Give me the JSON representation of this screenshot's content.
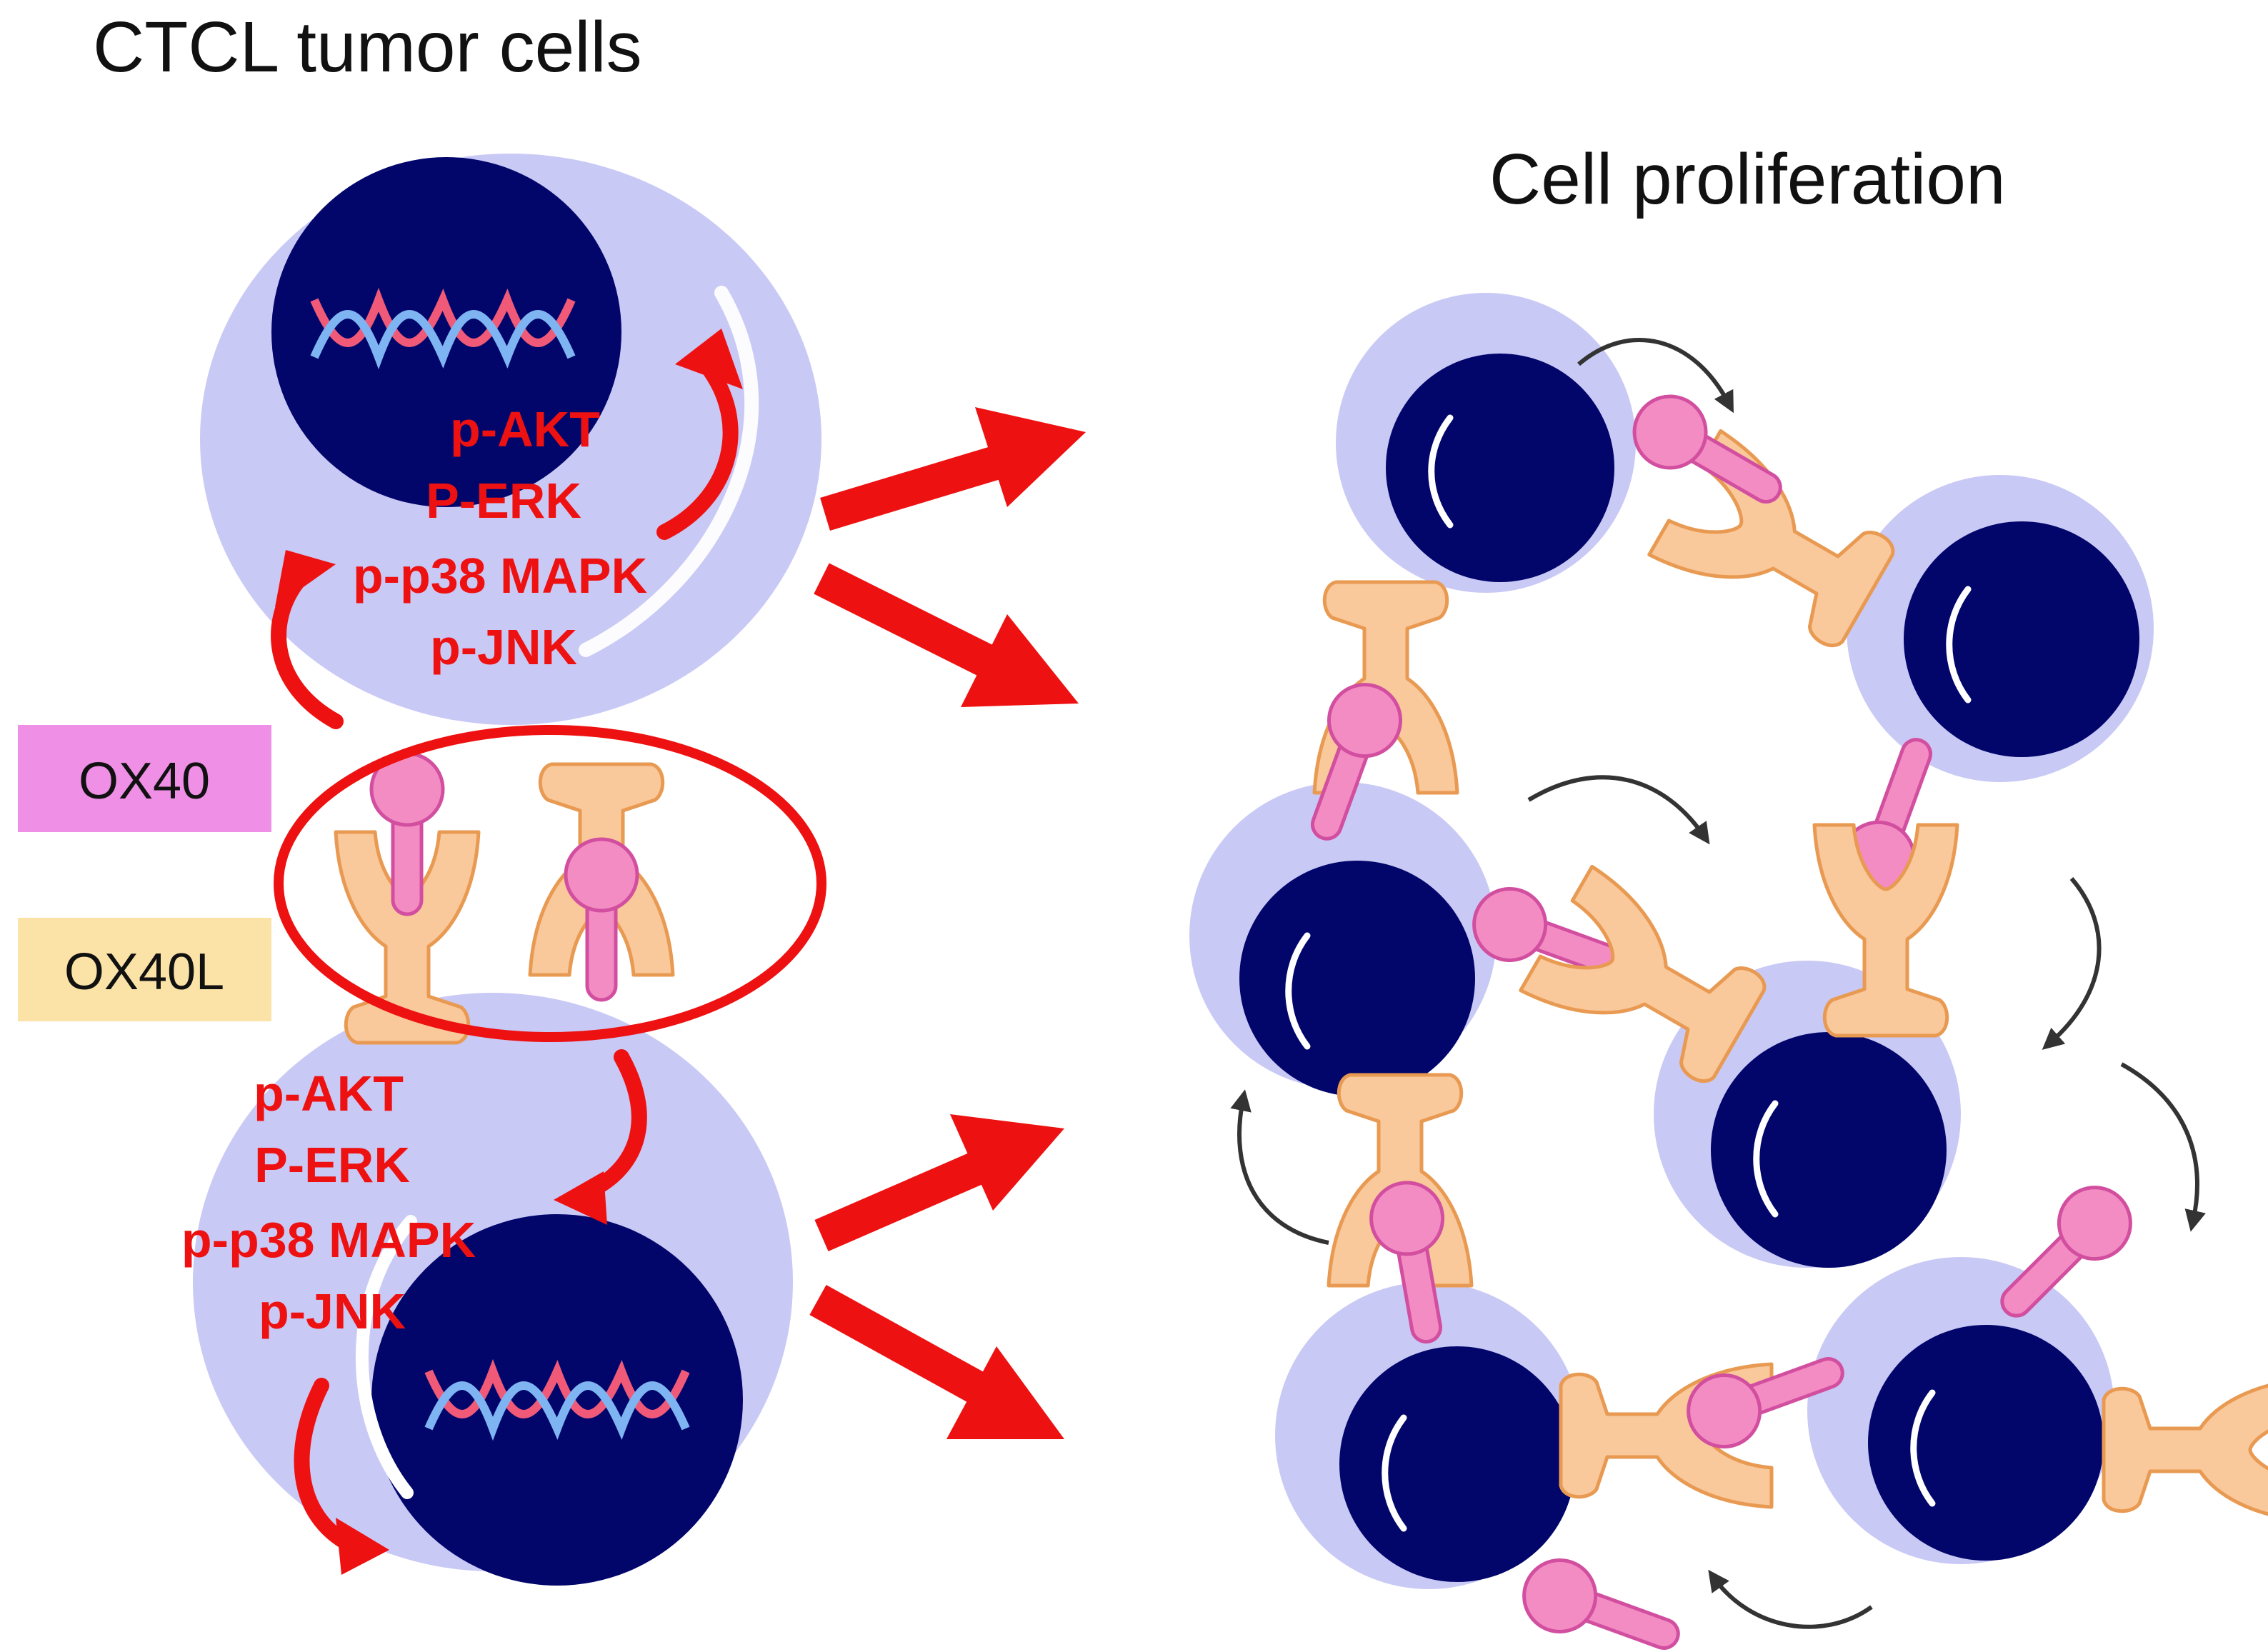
{
  "titles": {
    "left": "CTCL tumor   cells",
    "right": "Cell proliferation"
  },
  "legend": {
    "ox40": "OX40",
    "ox40l": "OX40L"
  },
  "signals_top": [
    "p-AKT",
    "P-ERK",
    "p-p38 MAPK",
    "p-JNK"
  ],
  "signals_bottom": [
    "p-AKT",
    "P-ERK",
    "p-p38 MAPK",
    "p-JNK"
  ],
  "colors": {
    "cytoplasm": "#c9c9f6",
    "nucleus": "#02066b",
    "ox40": "#f48cc4",
    "ox40_stroke": "#d24fa0",
    "ox40l": "#f9c89b",
    "ox40l_stroke": "#e99a52",
    "signal_red": "#ee1111",
    "cycle_arrow": "#333333",
    "legend_ox40_bg": "#ef8fe6",
    "legend_ox40l_bg": "#fbe3a8"
  }
}
